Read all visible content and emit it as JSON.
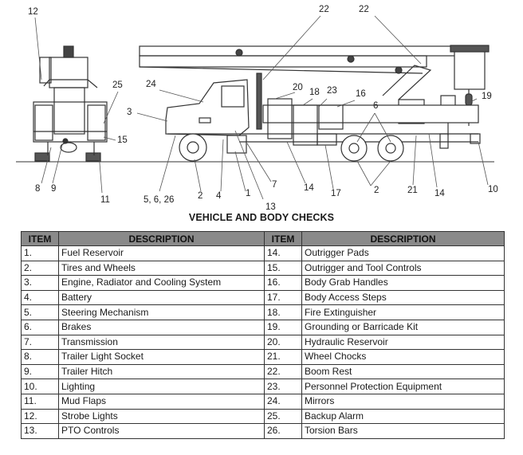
{
  "figure": {
    "title": "VEHICLE AND BODY CHECKS",
    "callouts": {
      "c12": "12",
      "c22a": "22",
      "c22b": "22",
      "c25": "25",
      "c24": "24",
      "c3": "3",
      "c20": "20",
      "c18": "18",
      "c23": "23",
      "c16": "16",
      "c6": "6",
      "c19": "19",
      "c15": "15",
      "c8": "8",
      "c9": "9",
      "c11": "11",
      "c5626": "5, 6, 26",
      "c2a": "2",
      "c4": "4",
      "c1": "1",
      "c7": "7",
      "c13": "13",
      "c14a": "14",
      "c17": "17",
      "c2b": "2",
      "c21": "21",
      "c14b": "14",
      "c10": "10"
    }
  },
  "table": {
    "headers": {
      "item": "ITEM",
      "description": "DESCRIPTION"
    },
    "rows": [
      {
        "left": {
          "item": "1.",
          "desc": "Fuel Reservoir"
        },
        "right": {
          "item": "14.",
          "desc": "Outrigger Pads"
        }
      },
      {
        "left": {
          "item": "2.",
          "desc": "Tires and Wheels"
        },
        "right": {
          "item": "15.",
          "desc": "Outrigger and Tool Controls"
        }
      },
      {
        "left": {
          "item": "3.",
          "desc": "Engine, Radiator and Cooling System"
        },
        "right": {
          "item": "16.",
          "desc": "Body Grab Handles"
        }
      },
      {
        "left": {
          "item": "4.",
          "desc": "Battery"
        },
        "right": {
          "item": "17.",
          "desc": "Body Access Steps"
        }
      },
      {
        "left": {
          "item": "5.",
          "desc": "Steering Mechanism"
        },
        "right": {
          "item": "18.",
          "desc": "Fire Extinguisher"
        }
      },
      {
        "left": {
          "item": "6.",
          "desc": "Brakes"
        },
        "right": {
          "item": "19.",
          "desc": "Grounding or Barricade Kit"
        }
      },
      {
        "left": {
          "item": "7.",
          "desc": "Transmission"
        },
        "right": {
          "item": "20.",
          "desc": "Hydraulic Reservoir"
        }
      },
      {
        "left": {
          "item": "8.",
          "desc": "Trailer Light Socket"
        },
        "right": {
          "item": "21.",
          "desc": "Wheel Chocks"
        }
      },
      {
        "left": {
          "item": "9.",
          "desc": "Trailer Hitch"
        },
        "right": {
          "item": "22.",
          "desc": "Boom Rest"
        }
      },
      {
        "left": {
          "item": "10.",
          "desc": "Lighting"
        },
        "right": {
          "item": "23.",
          "desc": "Personnel Protection Equipment"
        }
      },
      {
        "left": {
          "item": "11.",
          "desc": "Mud Flaps"
        },
        "right": {
          "item": "24.",
          "desc": "Mirrors"
        }
      },
      {
        "left": {
          "item": "12.",
          "desc": "Strobe Lights"
        },
        "right": {
          "item": "25.",
          "desc": "Backup Alarm"
        }
      },
      {
        "left": {
          "item": "13.",
          "desc": "PTO Controls"
        },
        "right": {
          "item": "26.",
          "desc": "Torsion Bars"
        }
      }
    ]
  }
}
